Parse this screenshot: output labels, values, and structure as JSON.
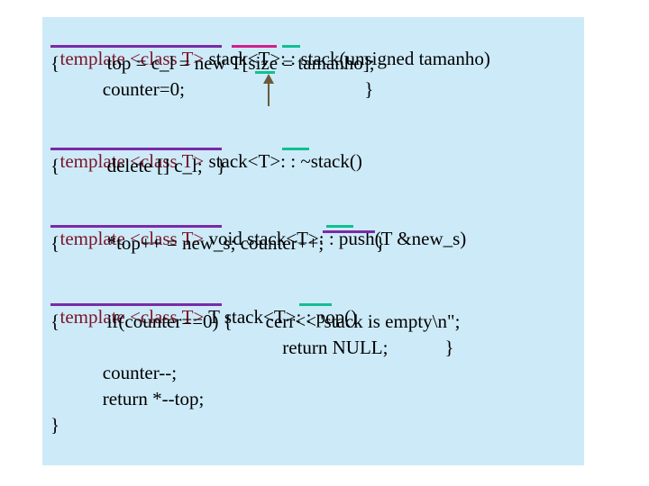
{
  "blocks": [
    {
      "header_prefix": "template <class T>",
      "header_rest": " stack<T>: : stack(unsigned tamanho)",
      "lines": [
        "{          top = c_l = new T[size = tamanho];",
        "           counter=0;                                      }"
      ]
    },
    {
      "header_prefix": "template <class T>",
      "header_rest": " stack<T>: : ~stack()",
      "lines": [
        "{          delete [] c_l;   }"
      ]
    },
    {
      "header_prefix": "template <class T>",
      "header_rest": " void stack<T>: : push(T &new_s)",
      "lines": [
        "{          *top++ = new_s; counter++;           }"
      ]
    },
    {
      "header_prefix": "template <class T>",
      "header_rest": " T stack<T>: : pop()",
      "lines": [
        "{          if(counter==0) {       cerr<<\"stack is empty\\n\";",
        "                                                 return NULL;            }",
        "           counter--;",
        "           return *--top;",
        "}"
      ]
    }
  ]
}
